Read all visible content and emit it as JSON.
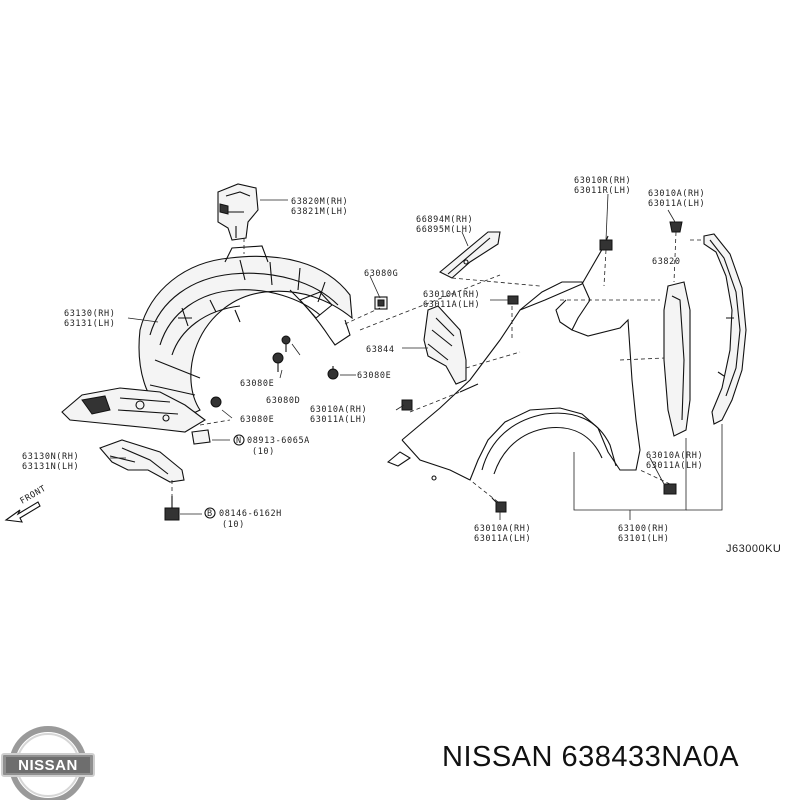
{
  "callouts": {
    "c63820m": "63820M(RH)",
    "c63821m": "63821M(LH)",
    "c66894m": "66894M(RH)",
    "c66895m": "66895M(LH)",
    "c63010r": "63010R(RH)",
    "c63011r": "63011R(LH)",
    "c63010a_top": "63010A(RH)",
    "c63011a_top": "63011A(LH)",
    "c63820": "63820",
    "c63080g": "63080G",
    "c63010a_mid": "63010A(RH)",
    "c63011a_mid": "63011A(LH)",
    "c63130": "63130(RH)",
    "c63131": "63131(LH)",
    "c63844": "63844",
    "c63080e_a": "63080E",
    "c63080d": "63080D",
    "c63080e_b": "63080E",
    "c63080e_c": "63080E",
    "c63010a_low": "63010A(RH)",
    "c63011a_low": "63011A(LH)",
    "c08913": "08913-6065A",
    "c08913_qty": "(10)",
    "c63130n": "63130N(RH)",
    "c63131n": "63131N(LH)",
    "c63010a_fr": "63010A(RH)",
    "c63011a_fr": "63011A(LH)",
    "c63010a_bot": "63010A(RH)",
    "c63011a_bot": "63011A(LH)",
    "c63100": "63100(RH)",
    "c63101": "63101(LH)",
    "c08146": "08146-6162H",
    "c08146_qty": "(10)",
    "front": "FRONT",
    "n_symbol": "N",
    "b_symbol": "B"
  },
  "diagram_code": "J63000KU",
  "brand": {
    "name": "NISSAN",
    "logo_icon": "nissan-logo-icon"
  },
  "part_title": "NISSAN 638433NA0A"
}
